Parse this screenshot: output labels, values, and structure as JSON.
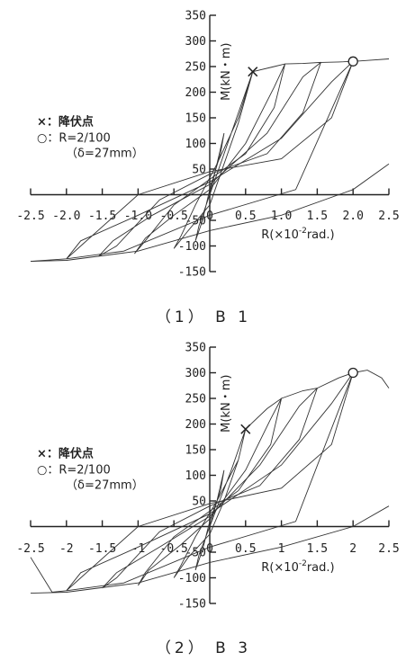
{
  "chart_data": [
    {
      "type": "line",
      "caption": "（1） B 1",
      "xlabel_prefix": "R(",
      "xlabel_x": "×10",
      "xlabel_exp": "-2",
      "xlabel_suffix": "rad.)",
      "ylabel": "M(kN・m)",
      "xlim": [
        -2.5,
        2.5
      ],
      "ylim": [
        -150,
        350
      ],
      "x_ticks": [
        "-2.5",
        "-2.0",
        "-1.5",
        "-1.0",
        "-0.5",
        "0",
        "0.5",
        "1.0",
        "1.5",
        "2.0",
        "2.5"
      ],
      "y_ticks": [
        350,
        300,
        250,
        200,
        150,
        100,
        50,
        -50,
        -100,
        -150
      ],
      "legend": {
        "yield": "×：降伏点",
        "r_line1": "○：R=2/100",
        "r_line2": "（δ=27mm）"
      },
      "yield_point": {
        "x": 0.6,
        "y": 240
      },
      "r_point": {
        "x": 2.0,
        "y": 260
      },
      "series": [
        {
          "x": [
            0,
            0.1,
            0.2,
            0.15,
            0,
            -0.1,
            -0.2,
            -0.15,
            0
          ],
          "y": [
            0,
            60,
            120,
            80,
            10,
            -50,
            -90,
            -60,
            0
          ]
        },
        {
          "x": [
            0,
            0.3,
            0.5,
            0.6,
            0.4,
            0.1,
            -0.2,
            -0.4,
            -0.5,
            -0.3,
            0,
            0.2,
            0.4,
            0.6
          ],
          "y": [
            0,
            120,
            200,
            240,
            150,
            60,
            -20,
            -80,
            -105,
            -70,
            -20,
            60,
            140,
            240
          ]
        },
        {
          "x": [
            0.6,
            0.9,
            1.05,
            0.9,
            0.5,
            0,
            -0.5,
            -0.9,
            -1.05,
            -0.9,
            -0.5,
            0,
            0.5,
            0.9,
            1.05
          ],
          "y": [
            240,
            250,
            255,
            170,
            80,
            30,
            -20,
            -90,
            -115,
            -85,
            -40,
            10,
            100,
            210,
            255
          ]
        },
        {
          "x": [
            1.05,
            1.3,
            1.55,
            1.3,
            0.8,
            0,
            -0.7,
            -1.3,
            -1.55,
            -1.35,
            -0.8,
            0,
            0.8,
            1.3,
            1.55
          ],
          "y": [
            255,
            256,
            258,
            160,
            80,
            40,
            -10,
            -100,
            -120,
            -90,
            -40,
            20,
            120,
            230,
            258
          ]
        },
        {
          "x": [
            1.55,
            1.8,
            2.0,
            1.7,
            1.0,
            0,
            -1.0,
            -1.8,
            -2.0,
            -1.8,
            -1.0,
            0,
            1.0,
            1.7,
            2.0
          ],
          "y": [
            258,
            259,
            260,
            150,
            70,
            45,
            0,
            -100,
            -125,
            -90,
            -40,
            25,
            110,
            220,
            260
          ]
        },
        {
          "x": [
            2.0,
            2.2,
            2.5
          ],
          "y": [
            260,
            262,
            265
          ]
        },
        {
          "x": [
            2.0,
            1.2,
            0,
            -1.2,
            -2.0,
            -2.5
          ],
          "y": [
            260,
            10,
            -40,
            -110,
            -125,
            -130
          ]
        },
        {
          "x": [
            -2.5,
            -2.0,
            -1.0,
            0,
            1.0,
            2.0,
            2.5
          ],
          "y": [
            -130,
            -128,
            -110,
            -70,
            -40,
            10,
            60
          ]
        }
      ]
    },
    {
      "type": "line",
      "caption": "（2） B 3",
      "xlabel_prefix": "R(",
      "xlabel_x": "×10",
      "xlabel_exp": "-2",
      "xlabel_suffix": "rad.)",
      "ylabel": "M(kN・m)",
      "xlim": [
        -2.5,
        2.5
      ],
      "ylim": [
        -150,
        350
      ],
      "x_ticks": [
        "-2.5",
        "-2",
        "-1.5",
        "-1",
        "-0.5",
        "0",
        "0.5",
        "1",
        "1.5",
        "2",
        "2.5"
      ],
      "y_ticks": [
        350,
        300,
        250,
        200,
        150,
        100,
        50,
        -50,
        -100,
        -150
      ],
      "legend": {
        "yield": "×：降伏点",
        "r_line1": "○：R=2/100",
        "r_line2": "（δ=27mm）"
      },
      "yield_point": {
        "x": 0.5,
        "y": 190
      },
      "r_point": {
        "x": 2.0,
        "y": 300
      },
      "series": [
        {
          "x": [
            0,
            0.1,
            0.2,
            0.15,
            0,
            -0.1,
            -0.2,
            -0.15,
            0
          ],
          "y": [
            0,
            50,
            110,
            70,
            10,
            -45,
            -85,
            -55,
            0
          ]
        },
        {
          "x": [
            0,
            0.3,
            0.5,
            0.4,
            0.1,
            -0.2,
            -0.4,
            -0.5,
            -0.3,
            0,
            0.2,
            0.4,
            0.5
          ],
          "y": [
            0,
            110,
            190,
            130,
            50,
            -20,
            -75,
            -100,
            -60,
            -15,
            50,
            130,
            190
          ]
        },
        {
          "x": [
            0.5,
            0.8,
            1.0,
            0.85,
            0.4,
            0,
            -0.5,
            -0.9,
            -1.0,
            -0.85,
            -0.4,
            0,
            0.5,
            0.85,
            1.0
          ],
          "y": [
            190,
            230,
            250,
            160,
            70,
            30,
            -20,
            -90,
            -115,
            -85,
            -35,
            15,
            110,
            210,
            250
          ]
        },
        {
          "x": [
            1.0,
            1.3,
            1.5,
            1.25,
            0.7,
            0,
            -0.7,
            -1.3,
            -1.5,
            -1.3,
            -0.7,
            0,
            0.7,
            1.25,
            1.5
          ],
          "y": [
            250,
            265,
            270,
            170,
            80,
            40,
            -10,
            -100,
            -120,
            -90,
            -40,
            20,
            120,
            235,
            270
          ]
        },
        {
          "x": [
            1.5,
            1.8,
            2.0,
            1.7,
            1.0,
            0,
            -1.0,
            -1.8,
            -2.0,
            -1.8,
            -1.0,
            0,
            1.0,
            1.7,
            2.0
          ],
          "y": [
            270,
            290,
            300,
            160,
            75,
            45,
            0,
            -100,
            -125,
            -90,
            -40,
            25,
            120,
            240,
            300
          ]
        },
        {
          "x": [
            2.0,
            2.2,
            2.4,
            2.5
          ],
          "y": [
            300,
            305,
            290,
            270
          ]
        },
        {
          "x": [
            2.0,
            1.2,
            0,
            -1.2,
            -2.0,
            -2.2,
            -2.5
          ],
          "y": [
            300,
            10,
            -40,
            -110,
            -125,
            -128,
            -60
          ]
        },
        {
          "x": [
            -2.5,
            -2.0,
            -1.0,
            0,
            1.0,
            2.0,
            2.5
          ],
          "y": [
            -130,
            -128,
            -110,
            -70,
            -40,
            0,
            40
          ]
        }
      ]
    }
  ]
}
